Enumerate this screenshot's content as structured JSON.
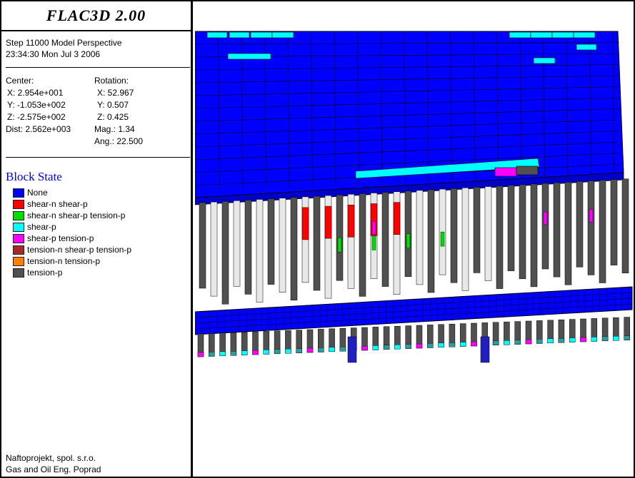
{
  "header": {
    "title": "FLAC3D 2.00"
  },
  "info": {
    "step_line": "Step 11000  Model Perspective",
    "time_line": "23:34:30 Mon Jul  3 2006"
  },
  "view": {
    "center_label": "Center:",
    "center_x": "X: 2.954e+001",
    "center_y": "Y: -1.053e+002",
    "center_z": "Z: -2.575e+002",
    "dist": "Dist: 2.562e+003",
    "rotation_label": "Rotation:",
    "rot_x": "X:  52.967",
    "rot_y": "Y:   0.507",
    "rot_z": "Z:   0.425",
    "mag": "Mag.:    1.34",
    "ang": "Ang.:  22.500"
  },
  "legend": {
    "title": "Block State",
    "items": [
      {
        "label": "None",
        "color": "#0000ff"
      },
      {
        "label": "shear-n shear-p",
        "color": "#ff0000"
      },
      {
        "label": "shear-n shear-p tension-p",
        "color": "#00dd00"
      },
      {
        "label": "shear-p",
        "color": "#00ffff"
      },
      {
        "label": "shear-p tension-p",
        "color": "#ff00ff"
      },
      {
        "label": "tension-n shear-p tension-p",
        "color": "#a52a2a"
      },
      {
        "label": "tension-n tension-p",
        "color": "#ff8000"
      },
      {
        "label": "tension-p",
        "color": "#505050"
      }
    ]
  },
  "footer": {
    "line1": "Naftoprojekt, spol. s.r.o.",
    "line2": "Gas and Oil Eng. Poprad"
  }
}
